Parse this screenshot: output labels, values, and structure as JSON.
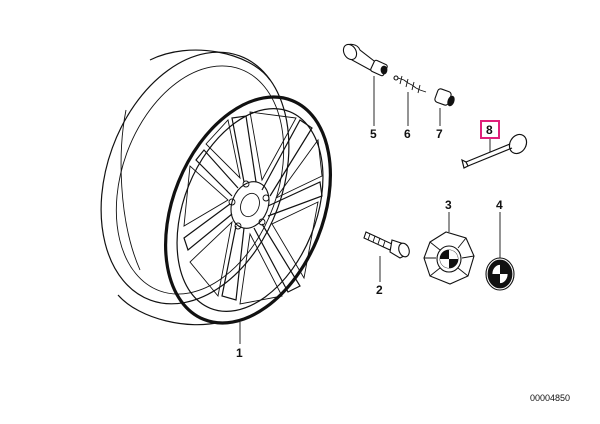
{
  "diagram": {
    "callouts": [
      {
        "id": "1",
        "label": "1"
      },
      {
        "id": "2",
        "label": "2"
      },
      {
        "id": "3",
        "label": "3"
      },
      {
        "id": "4",
        "label": "4"
      },
      {
        "id": "5",
        "label": "5"
      },
      {
        "id": "6",
        "label": "6"
      },
      {
        "id": "7",
        "label": "7"
      },
      {
        "id": "8",
        "label": "8"
      }
    ],
    "highlighted_callout": "8",
    "highlight_color": "#e0207a",
    "line_color": "#111111",
    "document_number": "00004850"
  }
}
